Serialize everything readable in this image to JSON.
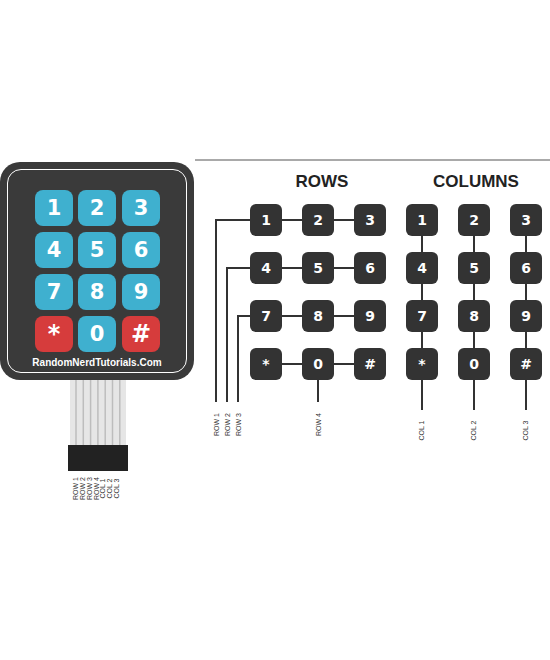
{
  "diagram": {
    "nodes": [
      {
        "text": [
          "RandomNerdTutorials.Com"
        ]
      },
      {
        "text": [
          "1"
        ],
        "in": 0
      },
      {
        "text": [
          "2"
        ],
        "in": 0
      },
      {
        "text": [
          "3"
        ],
        "in": 0
      },
      {
        "text": [
          "4"
        ],
        "in": 0
      },
      {
        "text": [
          "5"
        ],
        "in": 0
      },
      {
        "text": [
          "6"
        ],
        "in": 0
      },
      {
        "text": [
          "7"
        ],
        "in": 0
      },
      {
        "text": [
          "8"
        ],
        "in": 0
      },
      {
        "text": [
          "9"
        ],
        "in": 0
      },
      {
        "text": [
          "*"
        ],
        "in": 0
      },
      {
        "text": [
          "0"
        ],
        "in": 0
      },
      {
        "text": [
          "#"
        ],
        "in": 0
      },
      {
        "text": [
          "1"
        ]
      },
      {
        "text": [
          "2"
        ]
      },
      {
        "text": [
          "3"
        ]
      },
      {
        "text": [
          "4"
        ]
      },
      {
        "text": [
          "5"
        ]
      },
      {
        "text": [
          "6"
        ]
      },
      {
        "text": [
          "7"
        ]
      },
      {
        "text": [
          "8"
        ]
      },
      {
        "text": [
          "9"
        ]
      },
      {
        "text": [
          "*"
        ]
      },
      {
        "text": [
          "0"
        ]
      },
      {
        "text": [
          "#"
        ]
      },
      {
        "text": [
          "1"
        ]
      },
      {
        "text": [
          "2"
        ]
      },
      {
        "text": [
          "3"
        ]
      },
      {
        "text": [
          "4"
        ]
      },
      {
        "text": [
          "5"
        ]
      },
      {
        "text": [
          "6"
        ]
      },
      {
        "text": [
          "7"
        ]
      },
      {
        "text": [
          "8"
        ]
      },
      {
        "text": [
          "9"
        ]
      },
      {
        "text": [
          "*"
        ]
      },
      {
        "text": [
          "0"
        ]
      },
      {
        "text": [
          "#"
        ]
      }
    ],
    "edges": [
      {
        "from": 13,
        "to": 14,
        "arrow": "none"
      },
      {
        "from": 14,
        "to": 15,
        "arrow": "none"
      },
      {
        "from": 16,
        "to": 17,
        "arrow": "none"
      },
      {
        "from": 17,
        "to": 18,
        "arrow": "none"
      },
      {
        "from": 19,
        "to": 20,
        "arrow": "none"
      },
      {
        "from": 20,
        "to": 21,
        "arrow": "none"
      },
      {
        "from": 22,
        "to": 23,
        "arrow": "none"
      },
      {
        "from": 23,
        "to": 24,
        "arrow": "none"
      },
      {
        "from": 25,
        "to": 28,
        "arrow": "none"
      },
      {
        "from": 28,
        "to": 31,
        "arrow": "none"
      },
      {
        "from": 31,
        "to": 34,
        "arrow": "none"
      },
      {
        "from": 26,
        "to": 29,
        "arrow": "none"
      },
      {
        "from": 29,
        "to": 32,
        "arrow": "none"
      },
      {
        "from": 32,
        "to": 35,
        "arrow": "none"
      },
      {
        "from": 27,
        "to": 30,
        "arrow": "none"
      },
      {
        "from": 30,
        "to": 33,
        "arrow": "none"
      },
      {
        "from": 33,
        "to": 36,
        "arrow": "none"
      }
    ],
    "labels": [
      "ROW 1",
      "ROW 2",
      "ROW 3",
      "ROW 4",
      "COL 1",
      "COL 2",
      "COL 3",
      "ROWS",
      "COLUMNS",
      "ROW 1",
      "ROW 2",
      "ROW 3",
      "ROW 4",
      "COL 1",
      "COL 2",
      "COL 3"
    ]
  }
}
